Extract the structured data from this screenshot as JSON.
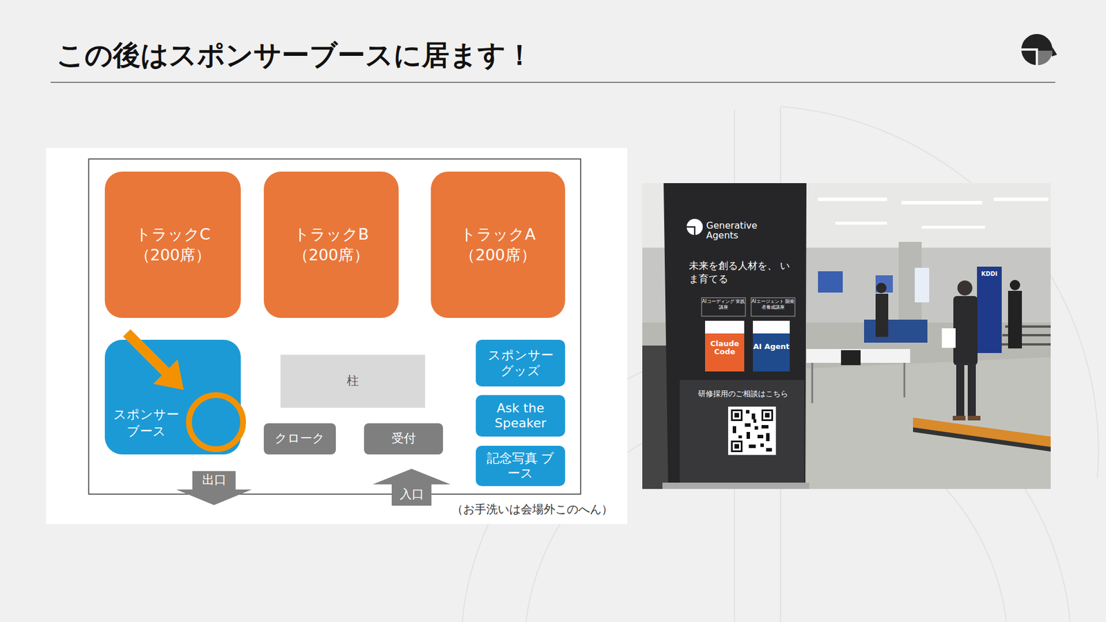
{
  "diagram": {
    "title": "この後はスポンサーブースに居ます！",
    "nodes": [
      {
        "text": [
          "トラックC （200席）"
        ]
      },
      {
        "text": [
          "トラックB （200席）"
        ]
      },
      {
        "text": [
          "トラックA （200席）"
        ]
      },
      {
        "text": [
          "スポンサー ブース"
        ]
      },
      {
        "text": [
          "柱"
        ]
      },
      {
        "text": [
          "スポンサー グッズ"
        ]
      },
      {
        "text": [
          "Ask the Speaker"
        ]
      },
      {
        "text": [
          "クローク"
        ]
      },
      {
        "text": [
          "受付"
        ]
      },
      {
        "text": [
          "記念写真 ブース"
        ]
      },
      {
        "text": [
          "出口"
        ]
      },
      {
        "text": [
          "入口"
        ]
      }
    ],
    "labels": [
      "（お手洗いは会場外このへん）",
      "Generative Agents",
      "未来を創る人材を、 いま育てる",
      "AIコーディング 実践講座",
      "AIエージェント 開発者養成講座",
      "Claude Code",
      "AI Agent",
      "研修採用のご相談はこちら",
      "KDDI"
    ]
  }
}
